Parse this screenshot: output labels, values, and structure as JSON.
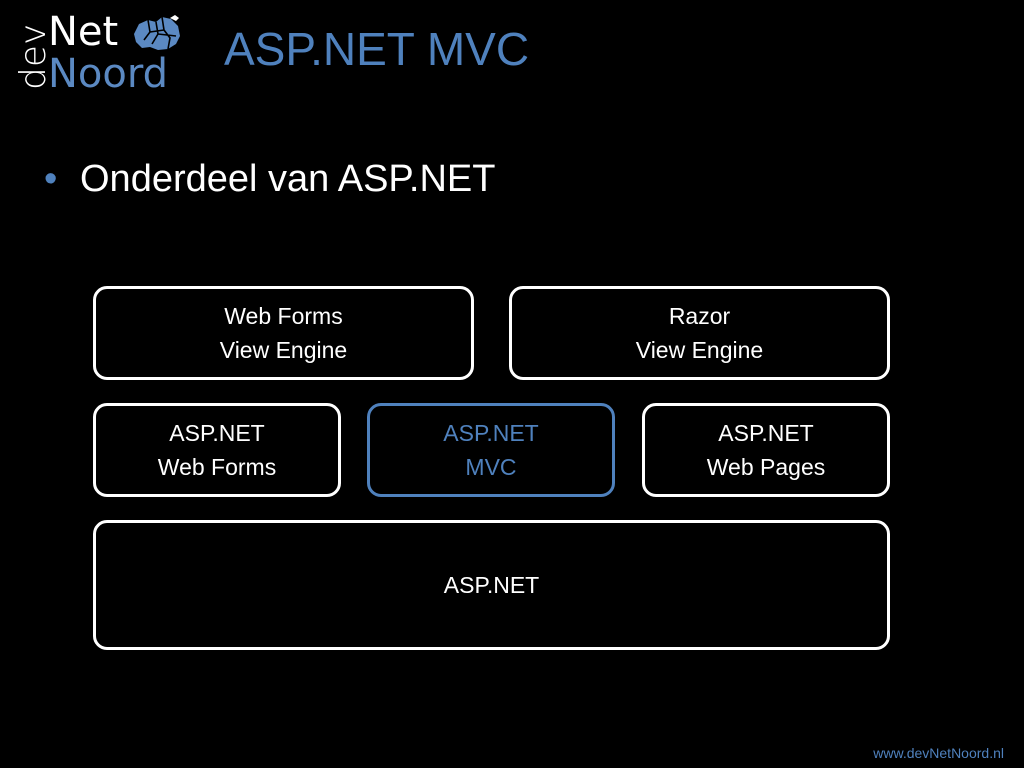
{
  "logo": {
    "dev": "dev",
    "net": "Net",
    "noord": "Noord",
    "icon": "map-icon",
    "colors": {
      "white": "#ffffff",
      "blue": "#5b89c2"
    }
  },
  "slide": {
    "title": "ASP.NET MVC",
    "bullets": [
      {
        "marker": "•",
        "text": "Onderdeel van ASP.NET"
      }
    ]
  },
  "diagram": {
    "rows": [
      {
        "boxes": [
          {
            "lines": [
              "Web Forms",
              "View Engine"
            ],
            "highlight": false
          },
          {
            "lines": [
              "Razor",
              "View Engine"
            ],
            "highlight": false
          }
        ]
      },
      {
        "boxes": [
          {
            "lines": [
              "ASP.NET",
              "Web Forms"
            ],
            "highlight": false
          },
          {
            "lines": [
              "ASP.NET",
              "MVC"
            ],
            "highlight": true
          },
          {
            "lines": [
              "ASP.NET",
              "Web Pages"
            ],
            "highlight": false
          }
        ]
      },
      {
        "boxes": [
          {
            "lines": [
              "ASP.NET"
            ],
            "highlight": false
          }
        ]
      }
    ]
  },
  "footer": {
    "url": "www.devNetNoord.nl"
  },
  "colors": {
    "background": "#000000",
    "accent": "#4f81bd",
    "text": "#ffffff"
  }
}
